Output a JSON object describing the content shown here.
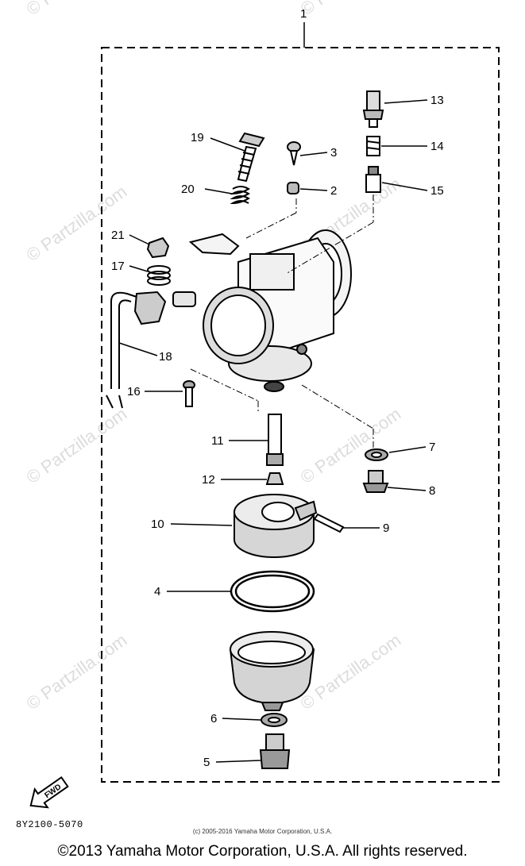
{
  "diagram": {
    "frame_label": "1",
    "callouts": [
      "2",
      "3",
      "4",
      "5",
      "6",
      "7",
      "8",
      "9",
      "10",
      "11",
      "12",
      "13",
      "14",
      "15",
      "16",
      "17",
      "18",
      "19",
      "20",
      "21"
    ],
    "watermark": "© Partzilla.com",
    "fwd_arrow_label": "FWD"
  },
  "footer": {
    "part_code": "8Y2100-5070",
    "small_copyright": "(c) 2005-2016 Yamaha Motor Corporation, U.S.A.",
    "main_copyright": "©2013 Yamaha Motor Corporation, U.S.A. All rights reserved."
  }
}
